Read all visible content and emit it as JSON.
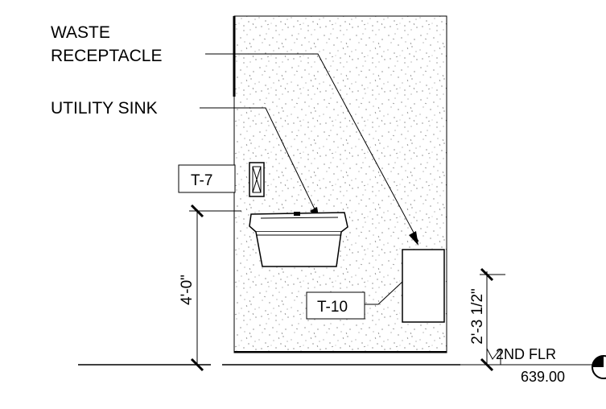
{
  "labels": {
    "waste_receptacle_line1": "WASTE",
    "waste_receptacle_line2": "RECEPTACLE",
    "utility_sink": "UTILITY SINK"
  },
  "tags": {
    "t7": "T-7",
    "t10": "T-10"
  },
  "dimensions": {
    "sink_height": "4'-0\"",
    "receptacle_height": "2'-3 1/2\""
  },
  "level": {
    "name": "2ND FLR",
    "elevation": "639.00"
  }
}
